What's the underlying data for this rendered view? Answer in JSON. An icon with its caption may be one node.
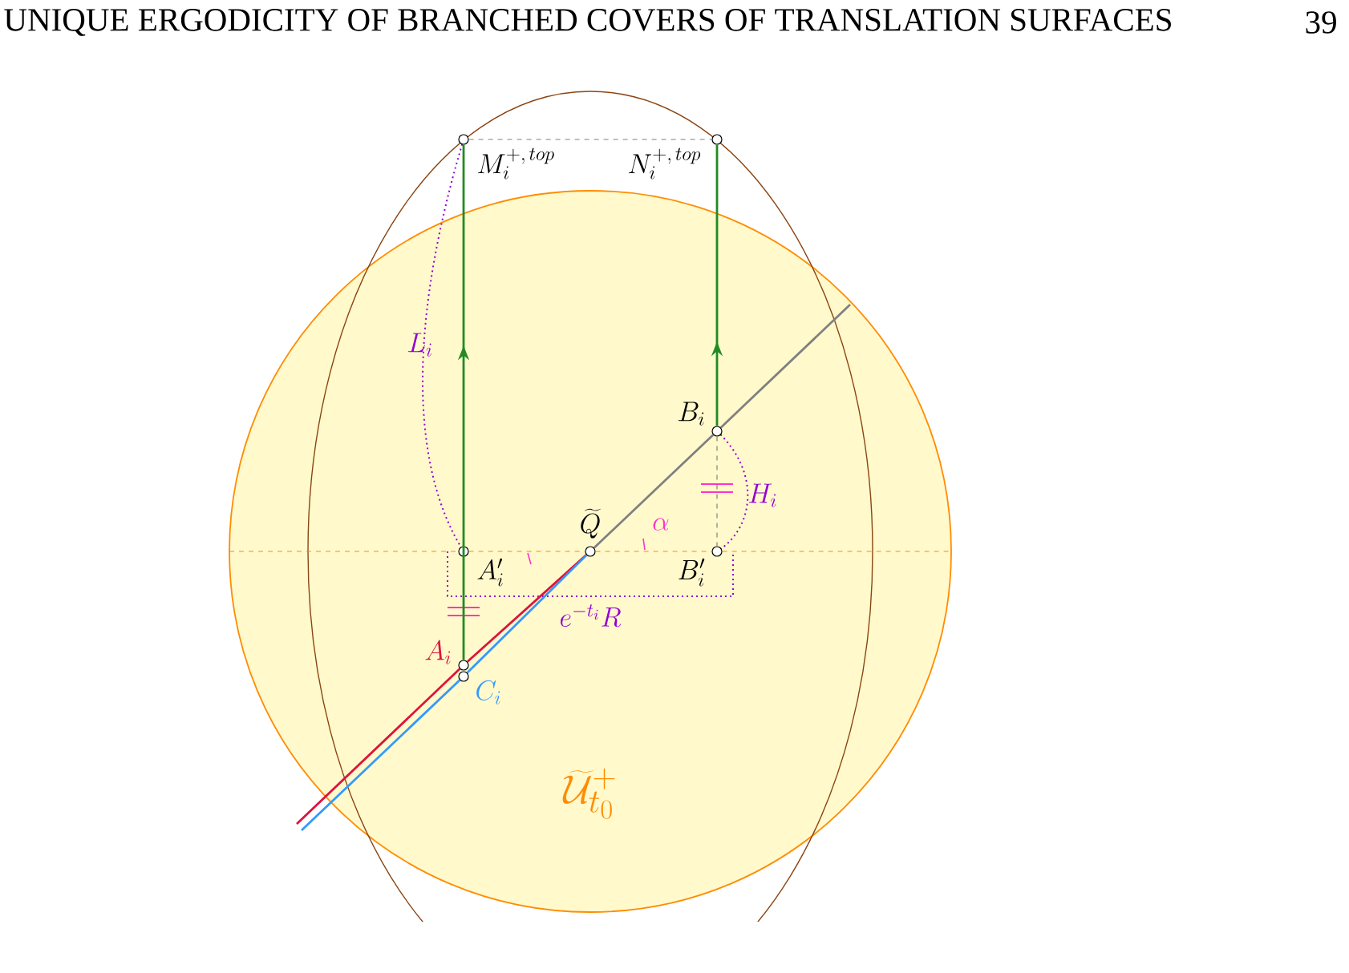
{
  "diagram": {
    "title": "UNIQUE ERGODICITY OF BRANCHED COVERS OF TRANSLATION SURFACES",
    "nodes": [
      {
        "text": [],
        "shape": "circle",
        "beside": [
          "M_i^{+,\\,top}"
        ]
      },
      {
        "text": [],
        "shape": "circle",
        "beside": [
          "N_i^{+,\\,top}"
        ]
      },
      {
        "text": [],
        "shape": "circle",
        "beside": [
          "B_i"
        ]
      },
      {
        "text": [],
        "shape": "circle",
        "beside": [
          "\\widetilde{Q}"
        ]
      },
      {
        "text": [],
        "shape": "circle",
        "beside": [
          "A_i'"
        ]
      },
      {
        "text": [],
        "shape": "circle",
        "beside": [
          "B_i'"
        ]
      },
      {
        "text": [],
        "shape": "circle",
        "beside": [
          "A_i"
        ]
      },
      {
        "text": [],
        "shape": "circle",
        "beside": [
          "C_i"
        ]
      }
    ],
    "edges": [
      {
        "from": 6,
        "to": 0,
        "arrow": "to",
        "color": "#228b22"
      },
      {
        "from": 2,
        "to": 1,
        "arrow": "to",
        "color": "#228b22"
      },
      {
        "from": 0,
        "to": 1,
        "arrow": "none",
        "style": "dashed",
        "color": "#808080"
      },
      {
        "from": 2,
        "to": 5,
        "arrow": "none",
        "style": "dashed",
        "color": "#808080"
      },
      {
        "from": 3,
        "to": 2,
        "arrow": "none",
        "color": "#808080"
      },
      {
        "from": 3,
        "to": 6,
        "arrow": "none",
        "color": "#dc143c"
      },
      {
        "from": 3,
        "to": 7,
        "arrow": "none",
        "color": "#3399ff"
      },
      {
        "from": 4,
        "to": 3,
        "arrow": "none",
        "style": "dashed",
        "color": "#ff8c00"
      },
      {
        "from": 3,
        "to": 5,
        "arrow": "none",
        "style": "dashed",
        "color": "#ff8c00"
      },
      {
        "from": null,
        "to": 4,
        "arrow": "none",
        "style": "dashed",
        "color": "#ff8c00"
      },
      {
        "from": 5,
        "to": null,
        "arrow": "none",
        "style": "dashed",
        "color": "#ff8c00"
      },
      {
        "from": 6,
        "to": null,
        "arrow": "none",
        "color": "#dc143c"
      },
      {
        "from": 7,
        "to": null,
        "arrow": "none",
        "color": "#3399ff"
      },
      {
        "from": 2,
        "to": null,
        "arrow": "none",
        "color": "#808080"
      }
    ],
    "labels": [
      "39",
      "L_i",
      "H_i",
      "e^{-t_i}R",
      "\\alpha",
      "\\widetilde{\\mathcal{U}}_{t_0}^{+}"
    ]
  }
}
